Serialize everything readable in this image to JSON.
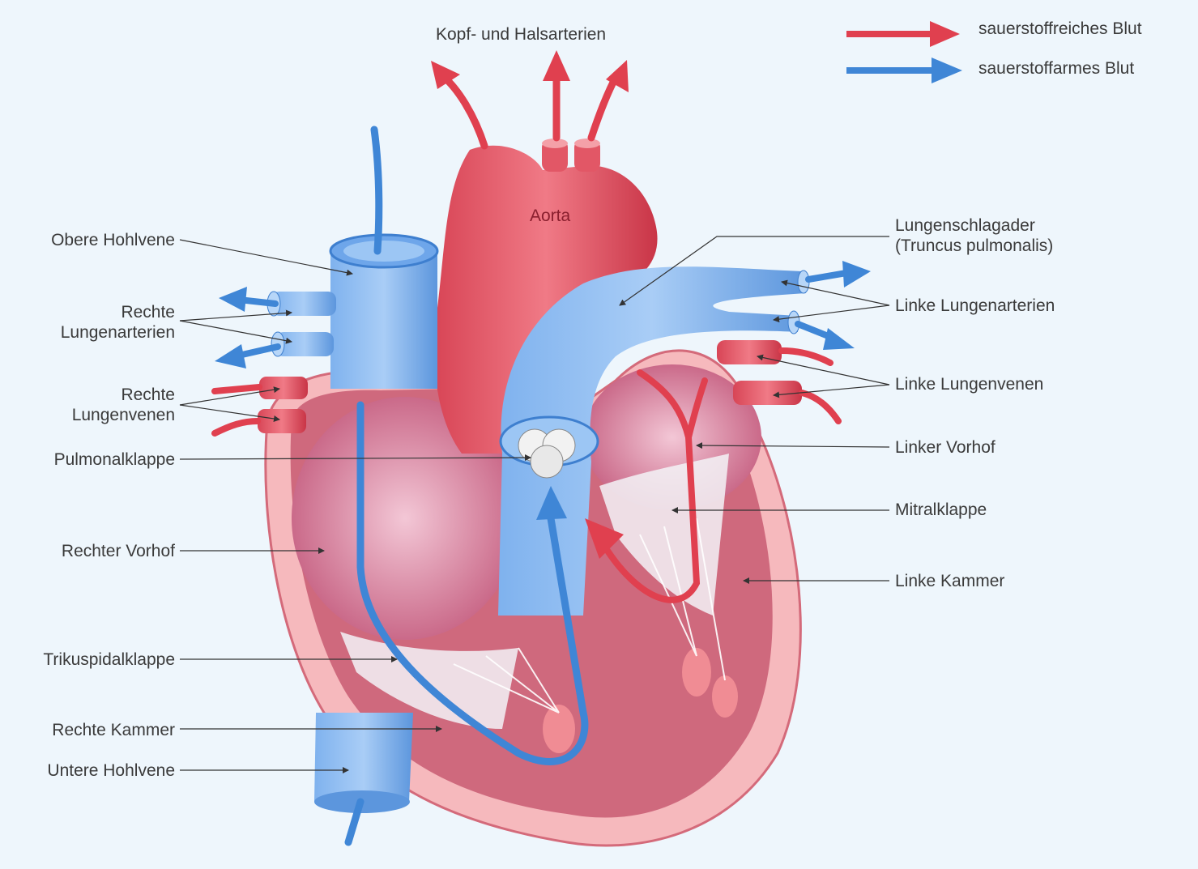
{
  "legend": {
    "oxygen_rich": {
      "text": "sauerstoffreiches Blut",
      "color": "#e0404f"
    },
    "oxygen_poor": {
      "text": "sauerstoffarmes Blut",
      "color": "#3f86d6"
    }
  },
  "top_label": "Kopf- und Halsarterien",
  "aorta_label": "Aorta",
  "left_labels": {
    "obere_hohlvene": "Obere Hohlvene",
    "rechte_lungenarterien_1": "Rechte",
    "rechte_lungenarterien_2": "Lungenarterien",
    "rechte_lungenvenen_1": "Rechte",
    "rechte_lungenvenen_2": "Lungenvenen",
    "pulmonalklappe": "Pulmonalklappe",
    "rechter_vorhof": "Rechter Vorhof",
    "trikuspidalklappe": "Trikuspidalklappe",
    "rechte_kammer": "Rechte Kammer",
    "untere_hohlvene": "Untere Hohlvene"
  },
  "right_labels": {
    "lungenschlagader_1": "Lungenschlagader",
    "lungenschlagader_2": "(Truncus pulmonalis)",
    "linke_lungenarterien": "Linke Lungenarterien",
    "linke_lungenvenen": "Linke Lungenvenen",
    "linker_vorhof": "Linker Vorhof",
    "mitralklappe": "Mitralklappe",
    "linke_kammer": "Linke Kammer"
  },
  "colors": {
    "background": "#eef6fc",
    "artery_red": "#e0404f",
    "vein_blue": "#3f86d6",
    "heart_wall": "#f4b3b6",
    "heart_inner": "#c85a72",
    "label_text": "#3a3a3a"
  }
}
